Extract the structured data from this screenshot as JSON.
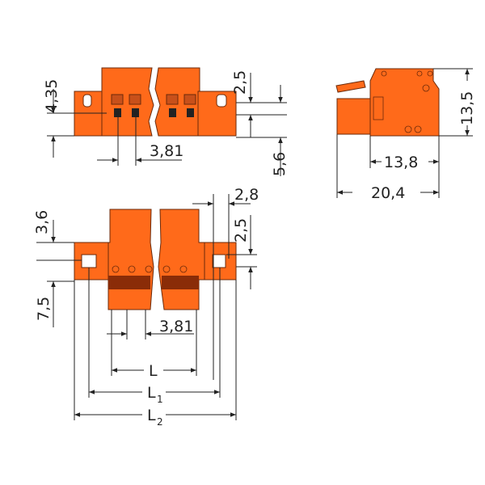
{
  "top_view": {
    "dim_height": "4,35",
    "dim_offset_top": "2,5",
    "dim_offset_bottom": "5,6",
    "dim_pitch": "3,81"
  },
  "front_view": {
    "dim_height": "3,6",
    "dim_depth": "7,5",
    "dim_flange": "2,8",
    "dim_offset": "2,5",
    "dim_pitch": "3,81",
    "dim_L": "L",
    "dim_L1": "L",
    "dim_L1_sub": "1",
    "dim_L2": "L",
    "dim_L2_sub": "2"
  },
  "side_view": {
    "dim_height": "13,5",
    "dim_width": "13,8",
    "dim_total": "20,4"
  },
  "colors": {
    "body": "#ff6a1a",
    "outline": "#6b2a0a"
  }
}
